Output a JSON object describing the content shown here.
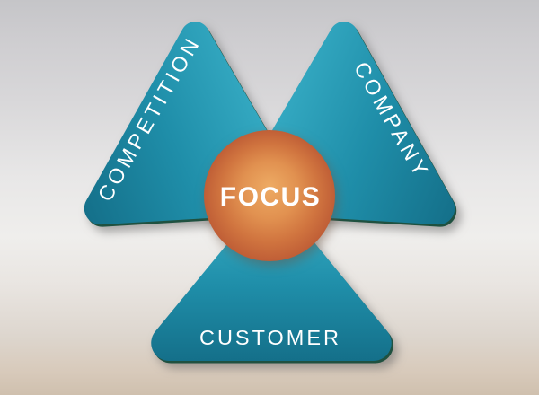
{
  "diagram": {
    "center_label": "FOCUS",
    "segments": [
      {
        "id": "competition",
        "label": "COMPETITION"
      },
      {
        "id": "company",
        "label": "COMPANY"
      },
      {
        "id": "customer",
        "label": "CUSTOMER"
      }
    ],
    "colors": {
      "teal_light": "#38aec6",
      "teal_mid": "#1f8ea9",
      "teal_dark": "#146f89",
      "edge_dark": "#1f5140",
      "orange_center": "#eeab64",
      "orange_mid": "#e19150",
      "orange_deep": "#d0743f",
      "orange_edge": "#bd5b35",
      "label_text": "#ffffff"
    }
  }
}
